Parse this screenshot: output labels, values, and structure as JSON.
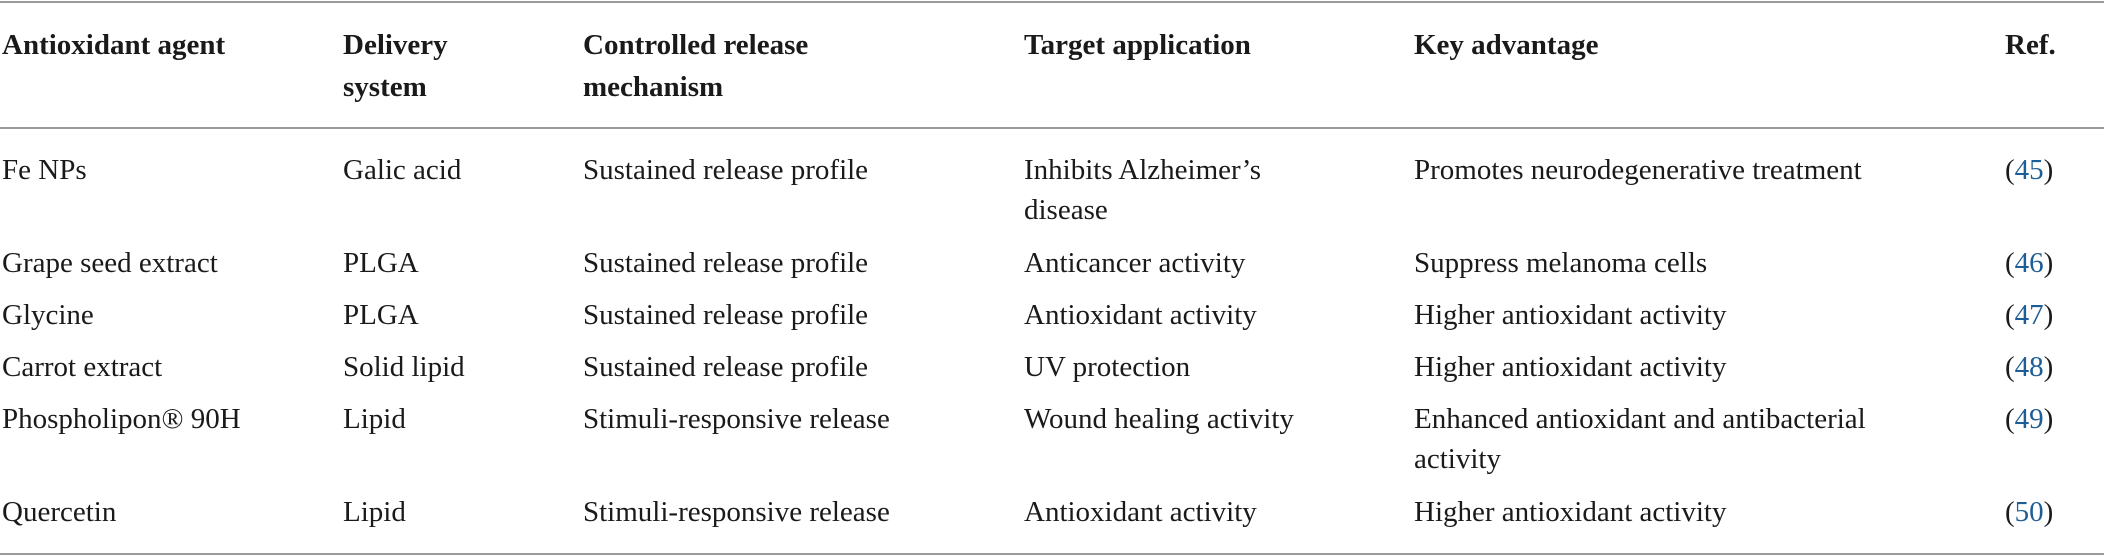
{
  "table": {
    "headers": [
      [
        "Antioxidant agent"
      ],
      [
        "Delivery",
        "system"
      ],
      [
        "Controlled release",
        "mechanism"
      ],
      [
        "Target application"
      ],
      [
        "Key advantage"
      ],
      [
        "Ref."
      ]
    ],
    "rows": [
      {
        "agent": [
          "Fe NPs"
        ],
        "delivery": [
          "Galic acid"
        ],
        "mechanism": [
          "Sustained release profile"
        ],
        "application": [
          "Inhibits Alzheimer’s",
          "disease"
        ],
        "advantage": [
          "Promotes neurodegenerative treatment"
        ],
        "ref": "45"
      },
      {
        "agent": [
          "Grape seed extract"
        ],
        "delivery": [
          "PLGA"
        ],
        "mechanism": [
          "Sustained release profile"
        ],
        "application": [
          "Anticancer activity"
        ],
        "advantage": [
          "Suppress melanoma cells"
        ],
        "ref": "46"
      },
      {
        "agent": [
          "Glycine"
        ],
        "delivery": [
          "PLGA"
        ],
        "mechanism": [
          "Sustained release profile"
        ],
        "application": [
          "Antioxidant activity"
        ],
        "advantage": [
          "Higher antioxidant activity"
        ],
        "ref": "47"
      },
      {
        "agent": [
          "Carrot extract"
        ],
        "delivery": [
          "Solid lipid"
        ],
        "mechanism": [
          "Sustained release profile"
        ],
        "application": [
          "UV protection"
        ],
        "advantage": [
          "Higher antioxidant activity"
        ],
        "ref": "48"
      },
      {
        "agent": [
          "Phospholipon® 90H"
        ],
        "delivery": [
          "Lipid"
        ],
        "mechanism": [
          "Stimuli-responsive release"
        ],
        "application": [
          "Wound healing activity"
        ],
        "advantage": [
          "Enhanced antioxidant and antibacterial",
          "activity"
        ],
        "ref": "49"
      },
      {
        "agent": [
          "Quercetin"
        ],
        "delivery": [
          "Lipid"
        ],
        "mechanism": [
          "Stimuli-responsive release"
        ],
        "application": [
          "Antioxidant activity"
        ],
        "advantage": [
          "Higher antioxidant activity"
        ],
        "ref": "50"
      }
    ],
    "colors": {
      "rule": "#9a9a9a",
      "ref_link": "#1d5e96",
      "text": "#1a1a1a"
    }
  }
}
